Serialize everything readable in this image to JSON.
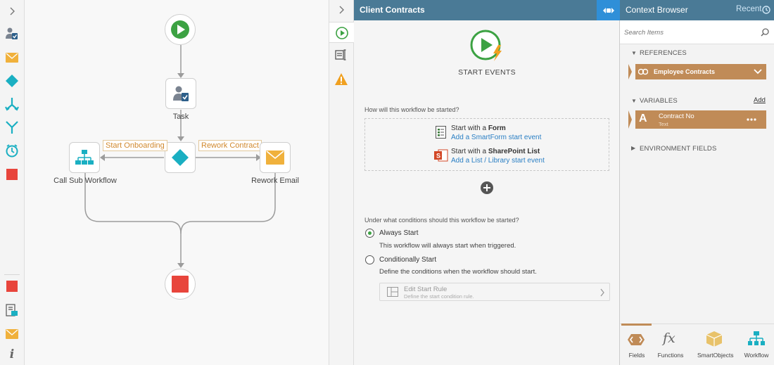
{
  "canvas": {
    "nodes": {
      "task": "Task",
      "call_sub_workflow": "Call Sub Workflow",
      "rework_email": "Rework Email"
    },
    "lines": {
      "start_onboarding": "Start Onboarding",
      "rework_contract": "Rework Contract"
    }
  },
  "config": {
    "title": "Client Contracts",
    "start_events_label": "START EVENTS",
    "question_start": "How will this workflow be started?",
    "form_option": {
      "prefix": "Start with a ",
      "bold": "Form",
      "link": "Add a SmartForm start event"
    },
    "sharepoint_option": {
      "prefix": "Start with a ",
      "bold": "SharePoint List",
      "link": "Add a List / Library start event"
    },
    "question_conditions": "Under what conditions should this workflow be started?",
    "always_start": {
      "label": "Always Start",
      "desc": "This workflow will always start when triggered.",
      "selected": true
    },
    "conditionally_start": {
      "label": "Conditionally Start",
      "desc": "Define the conditions when the workflow should start.",
      "selected": false
    },
    "edit_rule": {
      "title": "Edit Start Rule",
      "subtitle": "Define the start condition rule."
    }
  },
  "context_browser": {
    "title": "Context Browser",
    "recent": "Recent",
    "search_placeholder": "Search Items",
    "references_label": "REFERENCES",
    "reference_item": "Employee Contracts",
    "variables_label": "VARIABLES",
    "add_label": "Add",
    "variable_item": {
      "name": "Contract No",
      "type": "Text",
      "letter": "A"
    },
    "environment_label": "ENVIRONMENT FIELDS",
    "bottom_tabs": [
      "Fields",
      "Functions",
      "SmartObjects",
      "Workflow"
    ],
    "fx_glyph": "fx"
  },
  "colors": {
    "header": "#4a7a96",
    "accent_green": "#3ca243",
    "accent_teal": "#1aafc2",
    "stop_red": "#e8453c",
    "tag_brown": "#c08b57",
    "email_orange": "#f0b13c"
  }
}
